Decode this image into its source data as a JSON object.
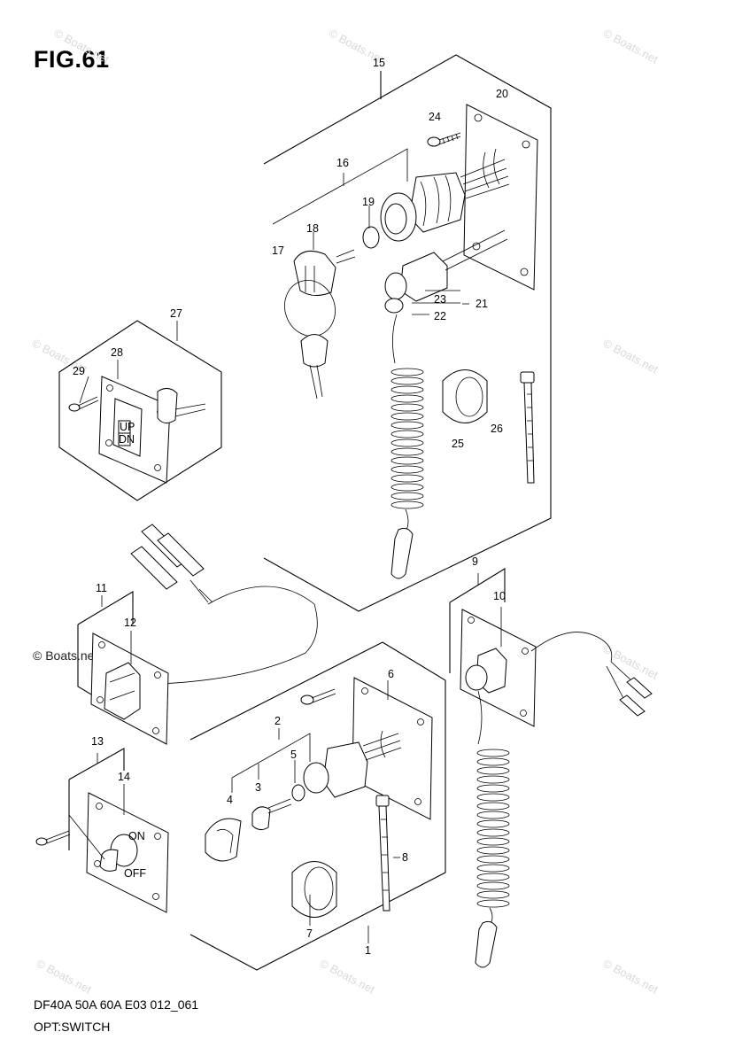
{
  "figure_title": "FIG.61",
  "footer": {
    "line1": "DF40A 50A 60A E03 012_061",
    "line2": "OPT:SWITCH"
  },
  "watermark": "© Boats.net",
  "callouts": {
    "n1": "1",
    "n2": "2",
    "n3": "3",
    "n4": "4",
    "n5": "5",
    "n6": "6",
    "n7": "7",
    "n8": "8",
    "n9": "9",
    "n10": "10",
    "n11": "11",
    "n12": "12",
    "n13": "13",
    "n14": "14",
    "n15": "15",
    "n16": "16",
    "n17": "17",
    "n18": "18",
    "n19": "19",
    "n20": "20",
    "n21": "21",
    "n22": "22",
    "n23": "23",
    "n24": "24",
    "n25": "25",
    "n26": "26",
    "n27": "27",
    "n28": "28",
    "n29": "29"
  },
  "switch_labels": {
    "up": "UP",
    "dn": "DN",
    "on": "ON",
    "off": "OFF"
  }
}
